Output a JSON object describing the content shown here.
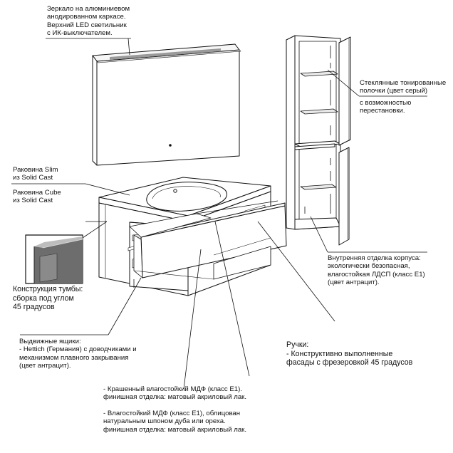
{
  "labels": {
    "mirror": "Зеркало на алюминиевом\nанодированном каркасе.\nВерхний LED светильник\nс ИК-выключателем.",
    "glass_shelves_1": "Стеклянные тонированные\nполочки (цвет серый)",
    "glass_shelves_2": "с возможностью\nперестановки.",
    "sink_slim": "Раковина Slim\nиз Solid Cast",
    "sink_cube": "Раковина Cube\nиз Solid Cast",
    "cabinet_construction": "Конструкция тумбы:\nсборка под углом\n45 градусов",
    "interior_finish": "Внутренняя отделка корпуса:\nэкологически безопасная,\nвлагостойкая ЛДСП (класс E1)\n(цвет антрацит).",
    "handles": "Ручки:\n- Конструктивно выполненные\nфасады с фрезеровкой 45 градусов",
    "drawers": "Выдвижные ящики:\n- Hettich (Германия) с доводчиками и\nмеханизмом плавного закрывания\n(цвет антрацит).",
    "mdf_painted": "- Крашенный влагостойкий МДФ (класс E1).\nфинишная отделка: матовый акриловый лак.",
    "mdf_veneer": "- Влагостойкий МДФ (класс E1), облицован\nнатуральным шпоном дуба или ореха.\nфинишная отделка:  матовый акриловый лак."
  }
}
